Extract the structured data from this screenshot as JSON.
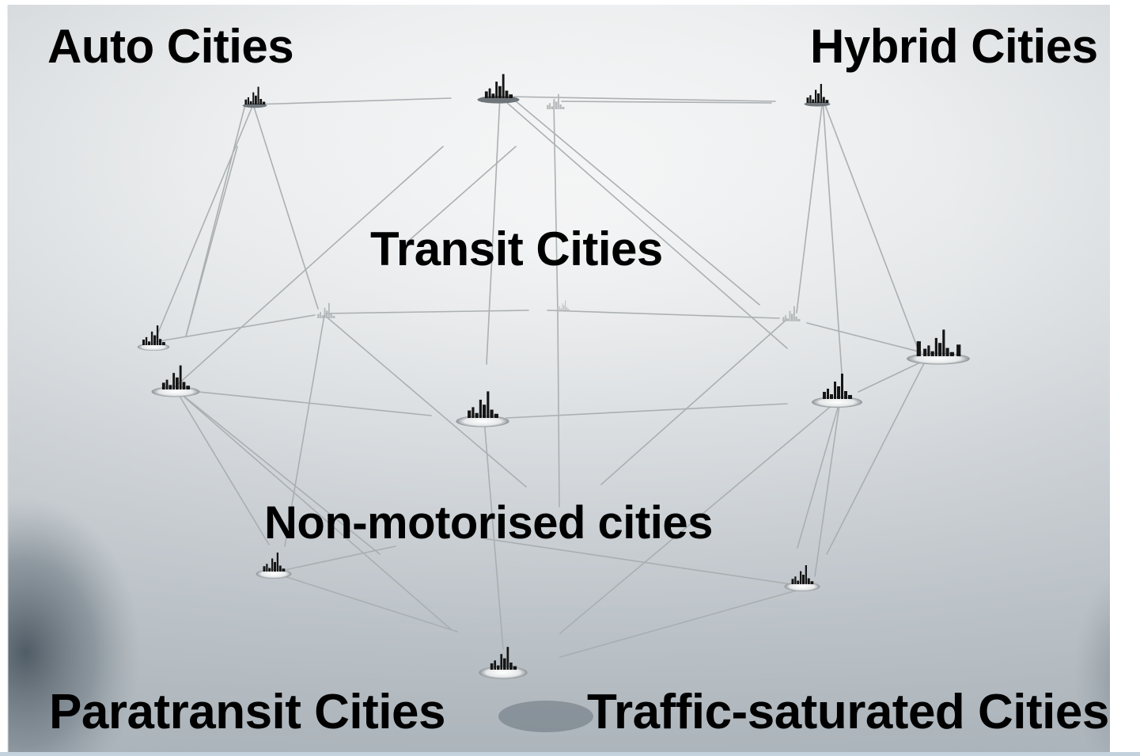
{
  "labels": {
    "auto": "Auto Cities",
    "hybrid": "Hybrid Cities",
    "transit": "Transit Cities",
    "non_motorised": "Non-motorised cities",
    "paratransit": "Paratransit Cities",
    "traffic_saturated": "Traffic-saturated Cities"
  },
  "colors": {
    "background_light": "#f4f5f5",
    "background_shadow": "#56626c",
    "link_line": "#a8adb0",
    "skyline": "#151515",
    "skyline_faded": "#b4b8ba",
    "label_text": "#000000",
    "bottom_strip": "#c4d2de"
  },
  "icons": {
    "city_node": "city-skyline-icon"
  }
}
